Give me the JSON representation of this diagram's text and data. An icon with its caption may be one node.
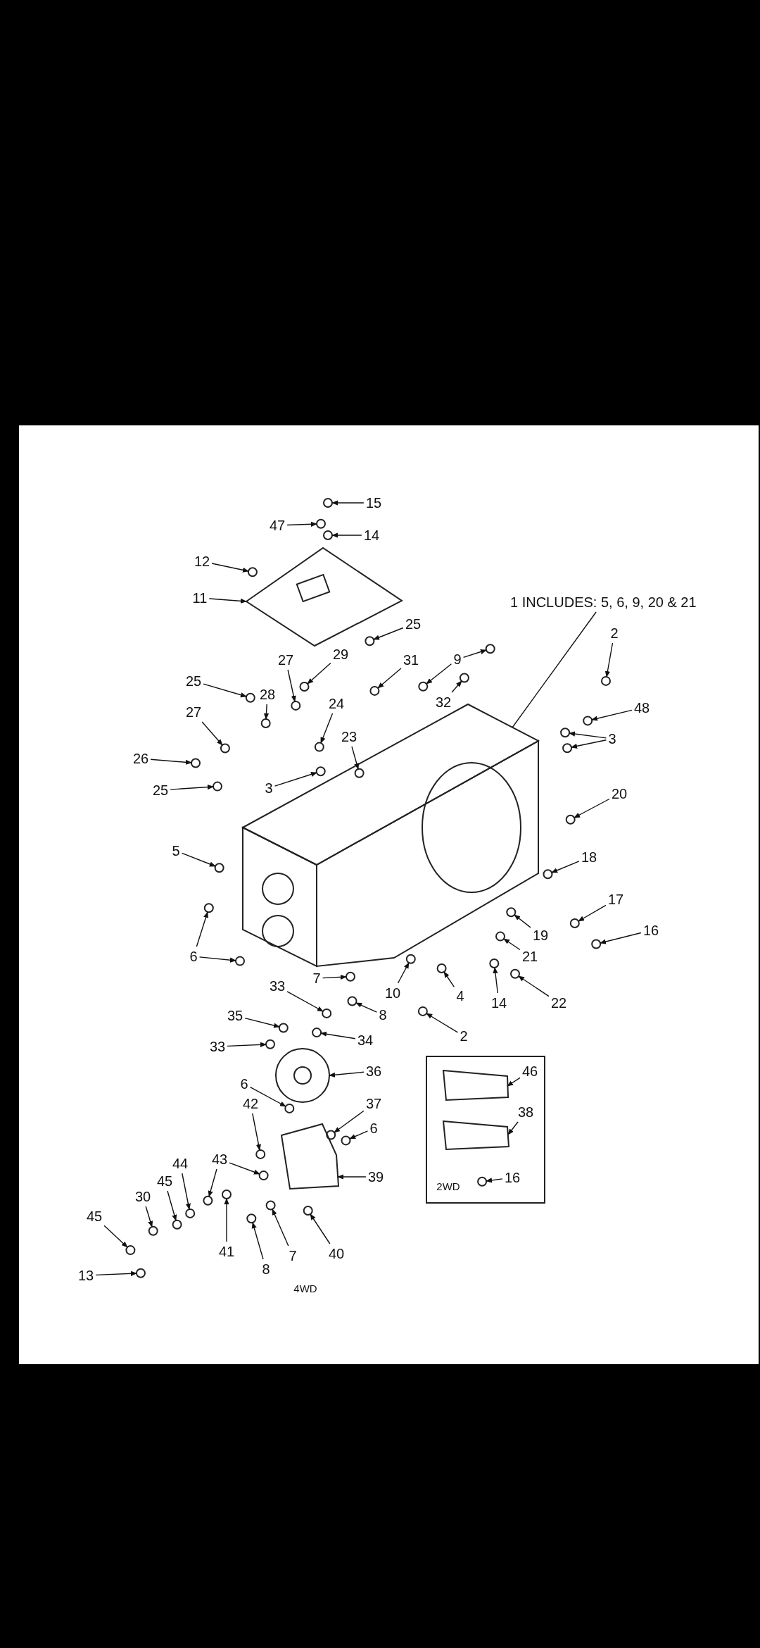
{
  "diagram": {
    "nodes": [
      {
        "text": [
          "15"
        ]
      },
      {
        "text": [
          "47"
        ]
      },
      {
        "text": [
          "14"
        ]
      },
      {
        "text": [
          "12"
        ]
      },
      {
        "text": [
          "11"
        ]
      },
      {
        "text": [
          "1 INCLUDES: 5, 6, 9, 20 & 21"
        ]
      },
      {
        "text": [
          "2"
        ]
      },
      {
        "text": [
          "25"
        ]
      },
      {
        "text": [
          "29"
        ]
      },
      {
        "text": [
          "27"
        ]
      },
      {
        "text": [
          "31"
        ]
      },
      {
        "text": [
          "9"
        ]
      },
      {
        "text": [
          "25"
        ]
      },
      {
        "text": [
          "28"
        ]
      },
      {
        "text": [
          "32"
        ]
      },
      {
        "text": [
          "48"
        ]
      },
      {
        "text": [
          "24"
        ]
      },
      {
        "text": [
          "27"
        ]
      },
      {
        "text": [
          "3"
        ]
      },
      {
        "text": [
          "26"
        ]
      },
      {
        "text": [
          "23"
        ]
      },
      {
        "text": [
          "25"
        ]
      },
      {
        "text": [
          "3"
        ]
      },
      {
        "text": [
          "20"
        ]
      },
      {
        "text": [
          "5"
        ]
      },
      {
        "text": [
          "18"
        ]
      },
      {
        "text": [
          "17"
        ]
      },
      {
        "text": [
          "6"
        ]
      },
      {
        "text": [
          "16"
        ]
      },
      {
        "text": [
          "19"
        ]
      },
      {
        "text": [
          "21"
        ]
      },
      {
        "text": [
          "7"
        ]
      },
      {
        "text": [
          "10"
        ]
      },
      {
        "text": [
          "4"
        ]
      },
      {
        "text": [
          "14"
        ]
      },
      {
        "text": [
          "33"
        ]
      },
      {
        "text": [
          "8"
        ]
      },
      {
        "text": [
          "22"
        ]
      },
      {
        "text": [
          "2"
        ]
      },
      {
        "text": [
          "35"
        ]
      },
      {
        "text": [
          "34"
        ]
      },
      {
        "text": [
          "33"
        ]
      },
      {
        "text": [
          "36"
        ]
      },
      {
        "text": [
          "6"
        ]
      },
      {
        "text": [
          "46"
        ]
      },
      {
        "text": [
          "42"
        ]
      },
      {
        "text": [
          "37"
        ]
      },
      {
        "text": [
          "6"
        ]
      },
      {
        "text": [
          "38"
        ]
      },
      {
        "text": [
          "43"
        ]
      },
      {
        "text": [
          "44"
        ]
      },
      {
        "text": [
          "39"
        ]
      },
      {
        "text": [
          "45"
        ]
      },
      {
        "text": [
          "16"
        ]
      },
      {
        "text": [
          "30"
        ]
      },
      {
        "text": [
          "45"
        ]
      },
      {
        "text": [
          "41"
        ]
      },
      {
        "text": [
          "7"
        ]
      },
      {
        "text": [
          "40"
        ]
      },
      {
        "text": [
          "8"
        ]
      },
      {
        "text": [
          "13"
        ]
      },
      {
        "text": [],
        "shape": "picture"
      },
      {
        "text": [],
        "shape": "circle"
      },
      {
        "text": [],
        "shape": "circle"
      },
      {
        "text": [],
        "shape": "circle"
      },
      {
        "text": [],
        "shape": "circle"
      },
      {
        "text": [],
        "shape": "picture"
      },
      {
        "text": [],
        "shape": "circle"
      },
      {
        "text": [],
        "shape": "circle"
      },
      {
        "text": [],
        "shape": "circle"
      },
      {
        "text": [],
        "shape": "circle"
      },
      {
        "text": [],
        "shape": "circle"
      },
      {
        "text": [],
        "shape": "circle"
      },
      {
        "text": [],
        "shape": "circle"
      },
      {
        "text": [],
        "shape": "circle"
      },
      {
        "text": [],
        "shape": "circle"
      },
      {
        "text": [],
        "shape": "circle"
      },
      {
        "text": [],
        "shape": "circle"
      },
      {
        "text": [],
        "shape": "circle"
      },
      {
        "text": [],
        "shape": "circle"
      },
      {
        "text": [],
        "shape": "circle"
      },
      {
        "text": [],
        "shape": "circle"
      },
      {
        "text": [],
        "shape": "circle"
      },
      {
        "text": [],
        "shape": "circle"
      },
      {
        "text": [],
        "shape": "circle"
      },
      {
        "text": [],
        "shape": "circle"
      },
      {
        "text": [],
        "shape": "circle"
      },
      {
        "text": [],
        "shape": "circle"
      },
      {
        "text": [],
        "shape": "circle"
      },
      {
        "text": [],
        "shape": "circle"
      },
      {
        "text": [],
        "shape": "circle"
      },
      {
        "text": [],
        "shape": "circle"
      },
      {
        "text": [],
        "shape": "circle"
      },
      {
        "text": [],
        "shape": "circle"
      },
      {
        "text": [],
        "shape": "circle"
      },
      {
        "text": [],
        "shape": "circle"
      },
      {
        "text": [],
        "shape": "circle"
      },
      {
        "text": [],
        "shape": "circle"
      },
      {
        "text": [],
        "shape": "circle"
      },
      {
        "text": [],
        "shape": "circle"
      },
      {
        "text": [],
        "shape": "circle"
      },
      {
        "text": [],
        "shape": "circle"
      },
      {
        "text": [],
        "shape": "circle"
      },
      {
        "text": [],
        "shape": "circle"
      },
      {
        "text": [],
        "shape": "circle"
      },
      {
        "text": [],
        "shape": "circle"
      },
      {
        "text": [],
        "shape": "picture"
      },
      {
        "text": [],
        "shape": "circle"
      },
      {
        "text": [],
        "shape": "box"
      },
      {
        "text": [],
        "shape": "circle"
      },
      {
        "text": [],
        "shape": "circle"
      },
      {
        "text": [],
        "shape": "circle"
      },
      {
        "text": [],
        "shape": "box"
      },
      {
        "text": [],
        "shape": "circle"
      },
      {
        "text": [],
        "shape": "circle"
      },
      {
        "text": [],
        "shape": "circle"
      },
      {
        "text": [],
        "shape": "picture"
      },
      {
        "text": [],
        "shape": "circle"
      },
      {
        "text": [],
        "shape": "circle"
      },
      {
        "text": [],
        "shape": "circle"
      },
      {
        "text": [],
        "shape": "circle"
      },
      {
        "text": [],
        "shape": "circle"
      },
      {
        "text": [],
        "shape": "circle"
      },
      {
        "text": [],
        "shape": "circle"
      },
      {
        "text": [],
        "shape": "circle"
      },
      {
        "text": [],
        "shape": "circle"
      }
    ],
    "edges": [
      {
        "from": 0,
        "to": 62,
        "arrow": "to"
      },
      {
        "from": 1,
        "to": 63,
        "arrow": "to"
      },
      {
        "from": 2,
        "to": 64,
        "arrow": "to"
      },
      {
        "from": 3,
        "to": 65,
        "arrow": "to"
      },
      {
        "from": 4,
        "to": 66,
        "arrow": "to"
      },
      {
        "from": 5,
        "to": 61,
        "arrow": "none"
      },
      {
        "from": 6,
        "to": 67,
        "arrow": "to"
      },
      {
        "from": 7,
        "to": 68,
        "arrow": "to"
      },
      {
        "from": 8,
        "to": 69,
        "arrow": "to"
      },
      {
        "from": 9,
        "to": 70,
        "arrow": "to"
      },
      {
        "from": 10,
        "to": 71,
        "arrow": "to"
      },
      {
        "from": 11,
        "to": 72,
        "arrow": "to"
      },
      {
        "from": 11,
        "to": 73,
        "arrow": "to"
      },
      {
        "from": 12,
        "to": 74,
        "arrow": "to"
      },
      {
        "from": 13,
        "to": 75,
        "arrow": "to"
      },
      {
        "from": 14,
        "to": 76,
        "arrow": "to"
      },
      {
        "from": 15,
        "to": 77,
        "arrow": "to"
      },
      {
        "from": 16,
        "to": 78,
        "arrow": "to"
      },
      {
        "from": 17,
        "to": 79,
        "arrow": "to"
      },
      {
        "from": 18,
        "to": 80,
        "arrow": "to"
      },
      {
        "from": 18,
        "to": 81,
        "arrow": "to"
      },
      {
        "from": 19,
        "to": 82,
        "arrow": "to"
      },
      {
        "from": 20,
        "to": 83,
        "arrow": "to"
      },
      {
        "from": 21,
        "to": 84,
        "arrow": "to"
      },
      {
        "from": 22,
        "to": 85,
        "arrow": "to"
      },
      {
        "from": 23,
        "to": 86,
        "arrow": "to"
      },
      {
        "from": 24,
        "to": 87,
        "arrow": "to"
      },
      {
        "from": 25,
        "to": 88,
        "arrow": "to"
      },
      {
        "from": 26,
        "to": 89,
        "arrow": "to"
      },
      {
        "from": 27,
        "to": 90,
        "arrow": "to"
      },
      {
        "from": 27,
        "to": 91,
        "arrow": "to"
      },
      {
        "from": 28,
        "to": 92,
        "arrow": "to"
      },
      {
        "from": 29,
        "to": 93,
        "arrow": "to"
      },
      {
        "from": 30,
        "to": 94,
        "arrow": "to"
      },
      {
        "from": 31,
        "to": 95,
        "arrow": "to"
      },
      {
        "from": 32,
        "to": 96,
        "arrow": "to"
      },
      {
        "from": 33,
        "to": 97,
        "arrow": "to"
      },
      {
        "from": 34,
        "to": 98,
        "arrow": "to"
      },
      {
        "from": 35,
        "to": 99,
        "arrow": "to"
      },
      {
        "from": 36,
        "to": 100,
        "arrow": "to"
      },
      {
        "from": 37,
        "to": 101,
        "arrow": "to"
      },
      {
        "from": 38,
        "to": 102,
        "arrow": "to"
      },
      {
        "from": 39,
        "to": 103,
        "arrow": "to"
      },
      {
        "from": 40,
        "to": 104,
        "arrow": "to"
      },
      {
        "from": 41,
        "to": 105,
        "arrow": "to"
      },
      {
        "from": 42,
        "to": 106,
        "arrow": "to"
      },
      {
        "from": 43,
        "to": 107,
        "arrow": "to"
      },
      {
        "from": 44,
        "to": 108,
        "arrow": "to"
      },
      {
        "from": 45,
        "to": 109,
        "arrow": "to"
      },
      {
        "from": 46,
        "to": 110,
        "arrow": "to"
      },
      {
        "from": 47,
        "to": 111,
        "arrow": "to"
      },
      {
        "from": 48,
        "to": 112,
        "arrow": "to"
      },
      {
        "from": 49,
        "to": 113,
        "arrow": "to"
      },
      {
        "from": 49,
        "to": 114,
        "arrow": "to"
      },
      {
        "from": 50,
        "to": 115,
        "arrow": "to"
      },
      {
        "from": 51,
        "to": 116,
        "arrow": "to"
      },
      {
        "from": 52,
        "to": 117,
        "arrow": "to"
      },
      {
        "from": 53,
        "to": 118,
        "arrow": "to"
      },
      {
        "from": 54,
        "to": 119,
        "arrow": "to"
      },
      {
        "from": 55,
        "to": 120,
        "arrow": "to"
      },
      {
        "from": 56,
        "to": 121,
        "arrow": "to"
      },
      {
        "from": 57,
        "to": 122,
        "arrow": "to"
      },
      {
        "from": 58,
        "to": 123,
        "arrow": "to"
      },
      {
        "from": 59,
        "to": 124,
        "arrow": "to"
      },
      {
        "from": 60,
        "to": 125,
        "arrow": "to"
      }
    ],
    "labels": [
      "2WD",
      "4WD"
    ]
  }
}
